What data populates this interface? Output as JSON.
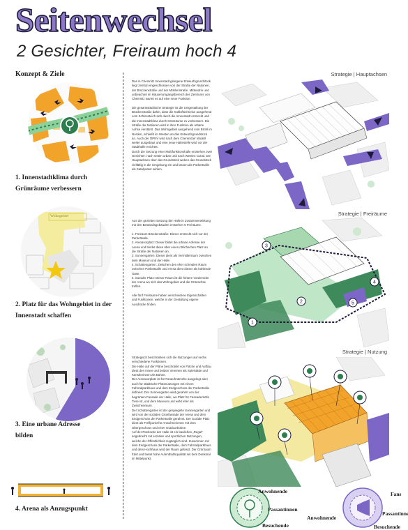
{
  "header": {
    "title": "Seitenwechsel",
    "subtitle": "2 Gesichter, Freiraum hoch 4"
  },
  "left": {
    "section_title": "Konzept & Ziele",
    "items": [
      {
        "title": "1. Innenstadtklima durch Grünräume verbessern"
      },
      {
        "title": "2. Platz für das Wohngebiet in der Innenstadt schaffen",
        "map_tag": "Wohngebiet"
      },
      {
        "title": "3. Eine urbane Adresse bilden"
      },
      {
        "title": "4. Arena als Anzugspunkt"
      }
    ]
  },
  "texts": {
    "block1": "Das in Chemnitz Innenstadt gelegene Entwurfsgrundstück liegt zentral eingeschlossen von der Straße der Nationen, der Brückenstraße und der Mühlenstraße. Mittendrin und unbeachtet im Häuserumgangsbereich des Zentrums von Chemnitz wartet es auf eine neue Funktion.\n\nDie gesamtstädtische Strategie ist die Umgestaltung der Brückenstraße dahin, dass die Kaltluftschneise ausgehend vom Schlossteich sich durch die Innenstadt erstreckt und die Innenstadtklima durch Grünräume zu verbessern. Die Straße der Nationen wird in ihrer Funktion als urbane Achse verstärkt. Das Wohngebiet ausgehend vom Brühl im Norden, schließt im Westen an das Entwurfsgrundstück an. Auch der ÖPNV wird nach dem Chemnitzer Modell weiter ausgebaut und eine neue Haltestelle wird vor der Stadthalle errichtet.\nDurch die Setzung einer Multifunktionshalle entstehen zwei Gesichter: nach Osten urban und nach Westen sozial. Die Hauptachsen über das Grundstück weben das Grundstück vielfältig in die Umgebung ein und lassen die Parkettsalle als Katalysator wirken.",
    "block2": "Aus der gezielten Setzung der Halle in Zusammenwirkung mit den Bestandsgebäuden entstehen 5 Freiräume.\n\n1. Freiraum Brückenstraße: Dieser erstreckt sich vor der Parkettsalle.\n2. Arenavorplatz: Dieser bildet die urbane Adresse der Arena und bindet diese über einen rötlichschen Platz an die Straße der Nationen an.\n3. Sonnengarten: Dieser dient als Vermittlerraum zwischen dem Museum und der Halle.\n4. Schattengarten: Zwischen den eher schmalen Raum zwischen Parkettsalle und Arena dient dieser als kühlende Oase.\n5. Sozialer Platz: Dieser Raum ist die hintere Vorderseite der Arena wo sich das Wohngebiet und die Grünachse treffen.\n\nAlle fünf Freiräume haben verschiedene Eigenschaften und Funktionen, welche in der Gestaltung eigene Ausdrücke finden.",
    "block3": "Strategisch beschränken sich die Nutzungen auf sechs verschiedene Funktionen.\nDie Halle auf der Pläne beschränkt von Fläche und Aufbau dient den Innen und beiden Vereinen als Spielstätte und Künstlerinnen als Bühne.\nDer Arenavorplatz ist für Fanaufmärsche ausgelegt aber auch für städtische Platznutzungen mit einem Fahrradparkhaus und dem Endgeschoss der Parkettsalle definiert. Der Sonnengarten wird gerahmt von der begrünten Fassade der Halle, wo Platz für Fassadenhöfe Tiere ist, und dem Museum und wirkt eher als Zwischenraum.\nDer Schattengarten ist der gespiegelte Sonnengarten und wird von der sozialen Grünfassade der Arena und dem Endgeschoss der Parkettsalle gerahmt. Der Soziale Platz dient als Treffpunkt für Anwohnerinnen mit dem Obergeschoss und einer Outdoorbühne.\nAuf der Rückseite der Halle ist ein bauliches „Regal“ angebracht mit sozialen und sportlichen Nutzungen, welche der Öffentlichkeit zugänglich sind. Zusammen mit dem Endgeschoss der Parkettsalle, dem Fahrradparkhaus und dem Hochhaus wird der Raum gefasst. Der Grünraum führt und bietet hohe Aufenthaltsqualität mit dem Denkmal im Mittelpunkt."
  },
  "strategies": [
    {
      "label": "Strategie | Hauptachsen"
    },
    {
      "label": "Strategie | Freiräume",
      "markers": [
        "1",
        "2",
        "3",
        "4",
        "5"
      ]
    },
    {
      "label": "Strategie | Nutzung"
    }
  ],
  "legends": {
    "green": [
      "Anwohnende",
      "Passantinnen",
      "Besuchende"
    ],
    "purple": [
      "Fans",
      "Passantinnen",
      "Anwohnende",
      "Besuchende"
    ]
  },
  "colors": {
    "purple": "#7d67c6",
    "purple_light": "#b6a8e3",
    "green": "#2e7d4f",
    "green_light": "#8dd19a",
    "orange": "#f2a32a",
    "yellow": "#f0e48a",
    "dark": "#1e1b3a"
  }
}
